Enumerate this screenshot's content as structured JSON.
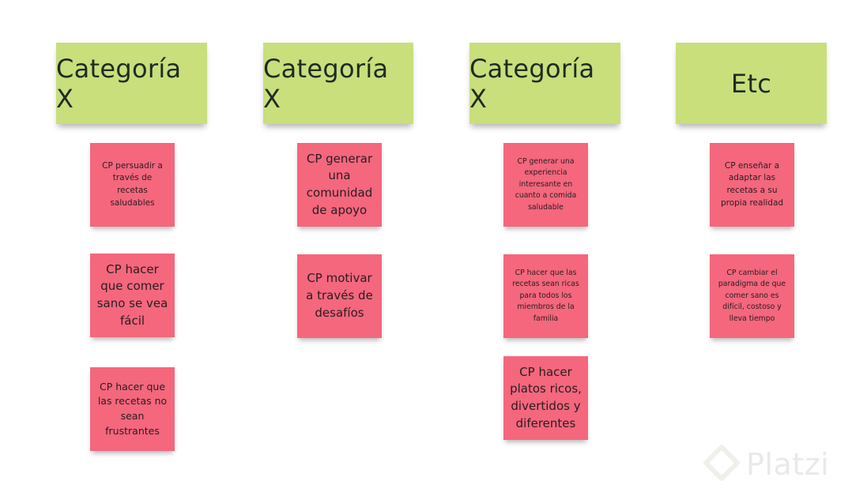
{
  "columns": [
    {
      "header": "Categoría X",
      "notes": [
        "CP persuadir a través de recetas saludables",
        "CP hacer que comer sano se vea fácil",
        "CP hacer que las recetas no sean frustrantes"
      ]
    },
    {
      "header": "Categoría X",
      "notes": [
        "CP generar una comunidad de apoyo",
        "CP motivar a través de desafíos"
      ]
    },
    {
      "header": "Categoría X",
      "notes": [
        "CP generar una experiencia interesante en cuanto a comida saludable",
        "CP hacer que las recetas sean ricas para todos los miembros de la familia",
        "CP hacer platos ricos, divertidos y diferentes"
      ]
    },
    {
      "header": "Etc",
      "notes": [
        "CP enseñar a adaptar las recetas a su propia realidad",
        "CP cambiar el paradigma de que comer sano es difícil, costoso y lleva tiempo"
      ]
    }
  ],
  "watermark": {
    "text": "Platzi",
    "icon": "platzi-logo-icon"
  },
  "colors": {
    "header": "#c8df7c",
    "note": "#f4677d",
    "background": "#ffffff"
  }
}
